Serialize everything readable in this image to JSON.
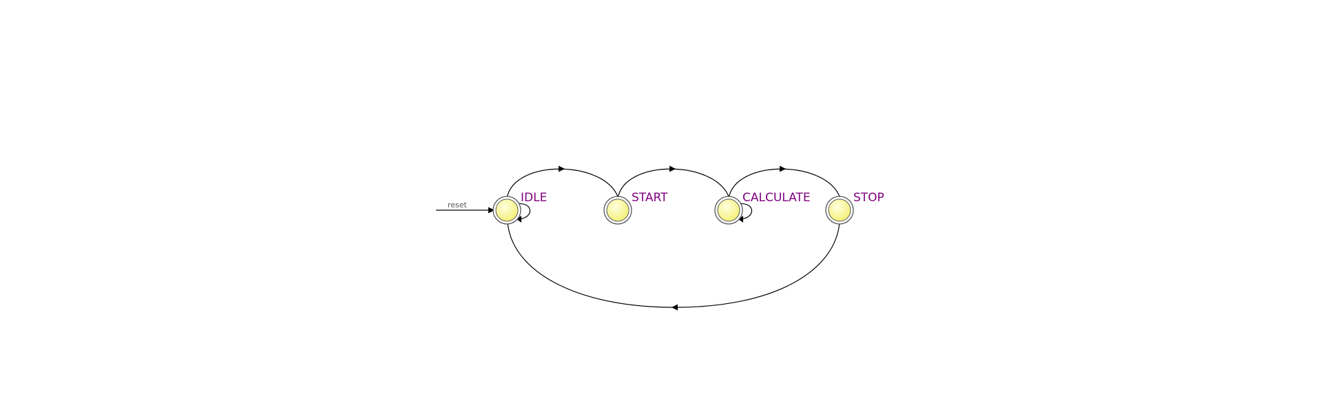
{
  "diagram": {
    "reset_label": "reset",
    "states": [
      {
        "id": "idle",
        "label": "IDLE"
      },
      {
        "id": "start",
        "label": "START"
      },
      {
        "id": "calculate",
        "label": "CALCULATE"
      },
      {
        "id": "stop",
        "label": "STOP"
      }
    ],
    "transitions": [
      {
        "from": "IDLE",
        "to": "IDLE"
      },
      {
        "from": "IDLE",
        "to": "START"
      },
      {
        "from": "START",
        "to": "CALCULATE"
      },
      {
        "from": "CALCULATE",
        "to": "CALCULATE"
      },
      {
        "from": "CALCULATE",
        "to": "STOP"
      },
      {
        "from": "STOP",
        "to": "IDLE"
      }
    ],
    "colors": {
      "state_fill": "#ffffa8",
      "state_stroke": "#555555",
      "label": "#800080",
      "edge": "#000000",
      "reset_text": "#555555"
    }
  }
}
